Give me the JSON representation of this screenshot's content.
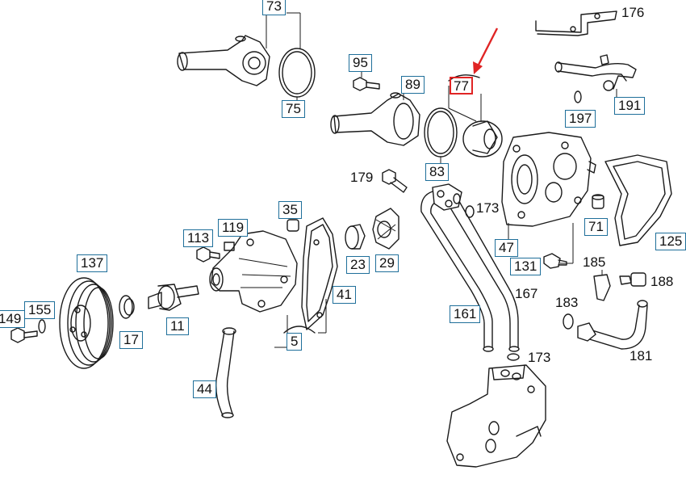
{
  "diagram": {
    "labels": {
      "p73": "73",
      "p75": "75",
      "p95": "95",
      "p89": "89",
      "p77": "77",
      "p176": "176",
      "p191": "191",
      "p197": "197",
      "p83": "83",
      "p179": "179",
      "p173a": "173",
      "p71": "71",
      "p125": "125",
      "p47": "47",
      "p131": "131",
      "p185": "185",
      "p188": "188",
      "p167": "167",
      "p183": "183",
      "p181": "181",
      "p161": "161",
      "p173b": "173",
      "p35": "35",
      "p119": "119",
      "p113": "113",
      "p23": "23",
      "p29": "29",
      "p41": "41",
      "p137": "137",
      "p149": "149",
      "p155": "155",
      "p17": "17",
      "p11": "11",
      "p5": "5",
      "p44": "44"
    },
    "highlighted_part": "77",
    "colors": {
      "label_box": "#1f6f9a",
      "highlight": "#e02424",
      "line": "#1a1a1a"
    }
  }
}
